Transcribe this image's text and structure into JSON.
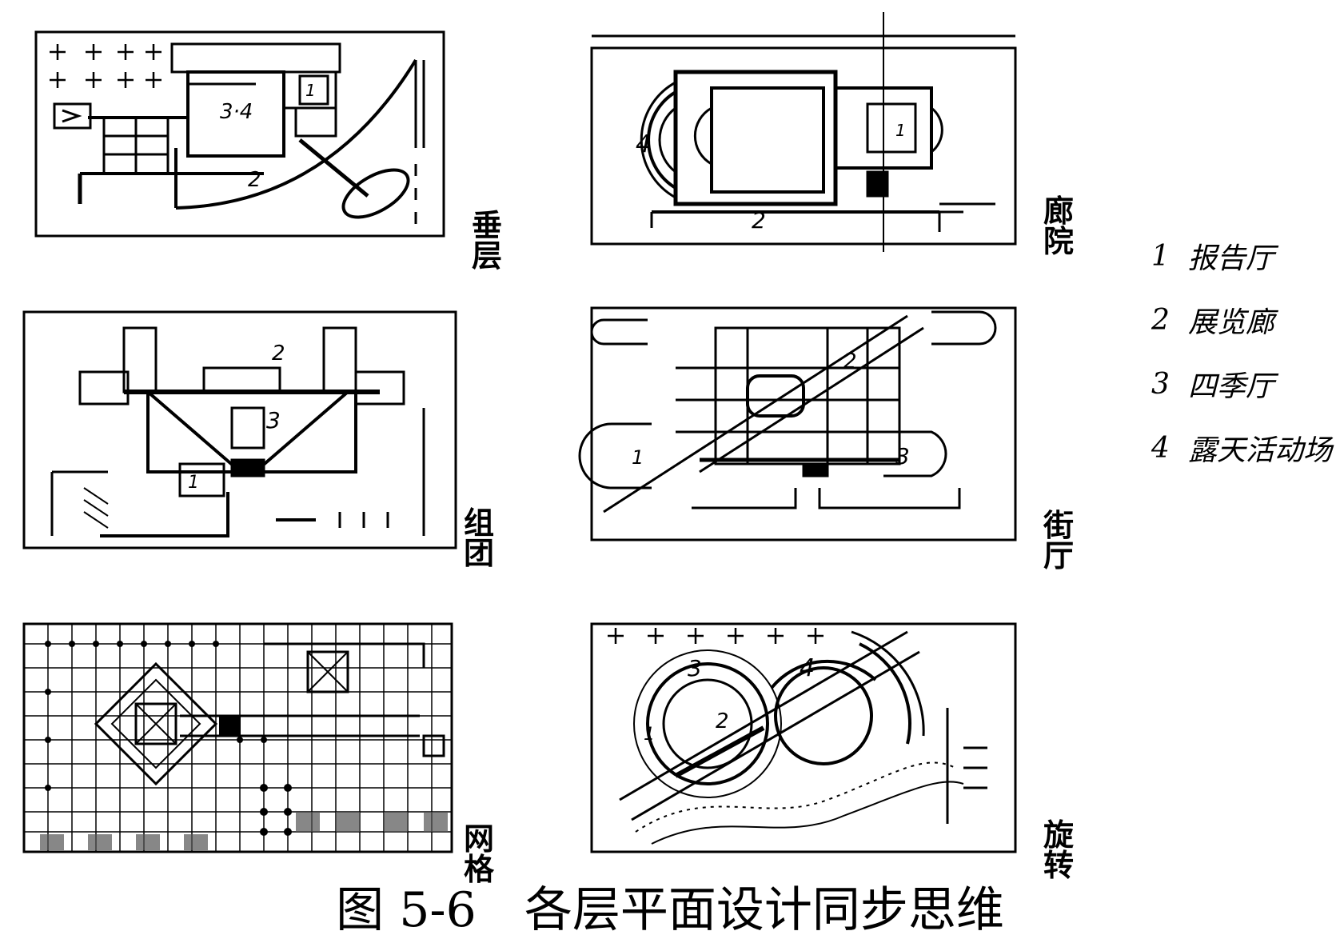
{
  "panels": [
    {
      "label": "垂层",
      "room_labels": [
        "3·4",
        "2",
        "1"
      ]
    },
    {
      "label": "廊院",
      "room_labels": [
        "4",
        "2",
        "1"
      ]
    },
    {
      "label": "组团",
      "room_labels": [
        "2",
        "3",
        "1"
      ]
    },
    {
      "label": "街厅",
      "room_labels": [
        "2",
        "3",
        "1"
      ]
    },
    {
      "label": "网格",
      "room_labels": []
    },
    {
      "label": "旋转",
      "room_labels": [
        "3",
        "4",
        "2",
        "1"
      ]
    }
  ],
  "legend": [
    {
      "num": "1",
      "text": "报告厅"
    },
    {
      "num": "2",
      "text": "展览廊"
    },
    {
      "num": "3",
      "text": "四季厅"
    },
    {
      "num": "4",
      "text": "露天活动场"
    }
  ],
  "caption": {
    "figure": "图 5-6",
    "title": "各层平面设计同步思维"
  }
}
